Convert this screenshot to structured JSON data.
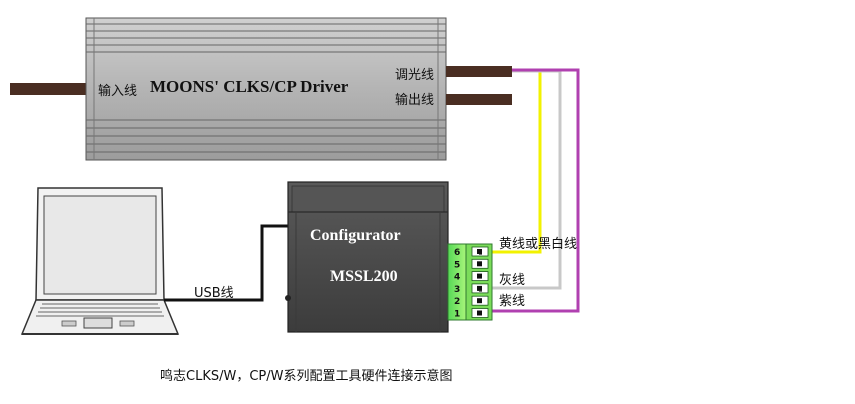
{
  "driver": {
    "title": "MOONS' CLKS/CP Driver",
    "input_label": "输入线",
    "dimming_label": "调光线",
    "output_label": "输出线"
  },
  "configurator": {
    "title": "Configurator",
    "model": "MSSL200",
    "pins": [
      "6",
      "5",
      "4",
      "3",
      "2",
      "1"
    ],
    "pin_marks": [
      "c",
      "",
      "",
      "c",
      "",
      ""
    ]
  },
  "wires": {
    "usb_label": "USB线",
    "yellow_label": "黄线或黑白线",
    "gray_label": "灰线",
    "purple_label": "紫线",
    "colors": {
      "yellow": "#f2f200",
      "gray": "#c8c8c8",
      "purple": "#b040b0",
      "cable": "#111111"
    }
  },
  "caption": "鸣志CLKS/W，CP/W系列配置工具硬件连接示意图"
}
